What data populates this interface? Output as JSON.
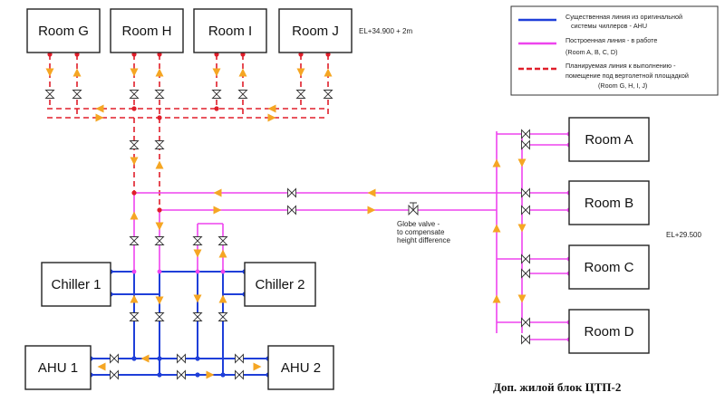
{
  "rooms_top": [
    "Room G",
    "Room H",
    "Room I",
    "Room J"
  ],
  "rooms_right": [
    "Room A",
    "Room B",
    "Room C",
    "Room D"
  ],
  "chillers": [
    "Chiller 1",
    "Chiller 2"
  ],
  "ahus": [
    "AHU 1",
    "AHU 2"
  ],
  "elevation_top": "EL+34.900 + 2m",
  "elevation_right": "EL+29.500",
  "globe_valve_note": [
    "Globe valve -",
    "to compensate",
    "height difference"
  ],
  "legend": [
    {
      "color": "#1f3fd9",
      "style": "solid",
      "lines": [
        "Существенная линия из оригинальной",
        "системы чиллеров - AHU"
      ]
    },
    {
      "color": "#ee44ee",
      "style": "solid",
      "lines": [
        "Построенная линия - в работе",
        "(Room A, B, C, D)"
      ]
    },
    {
      "color": "#e01e2a",
      "style": "dashed",
      "lines": [
        "Планируемая линия к выполнению -",
        "помещение под вертолетной площадкой",
        "(Room G, H, I, J)"
      ]
    }
  ],
  "footer_caption": "Доп. жилой блок ЦТП-2",
  "colors": {
    "existing": "#1f3fd9",
    "built": "#ee44ee",
    "planned": "#e01e2a",
    "flow_arrow": "#f5a623"
  }
}
